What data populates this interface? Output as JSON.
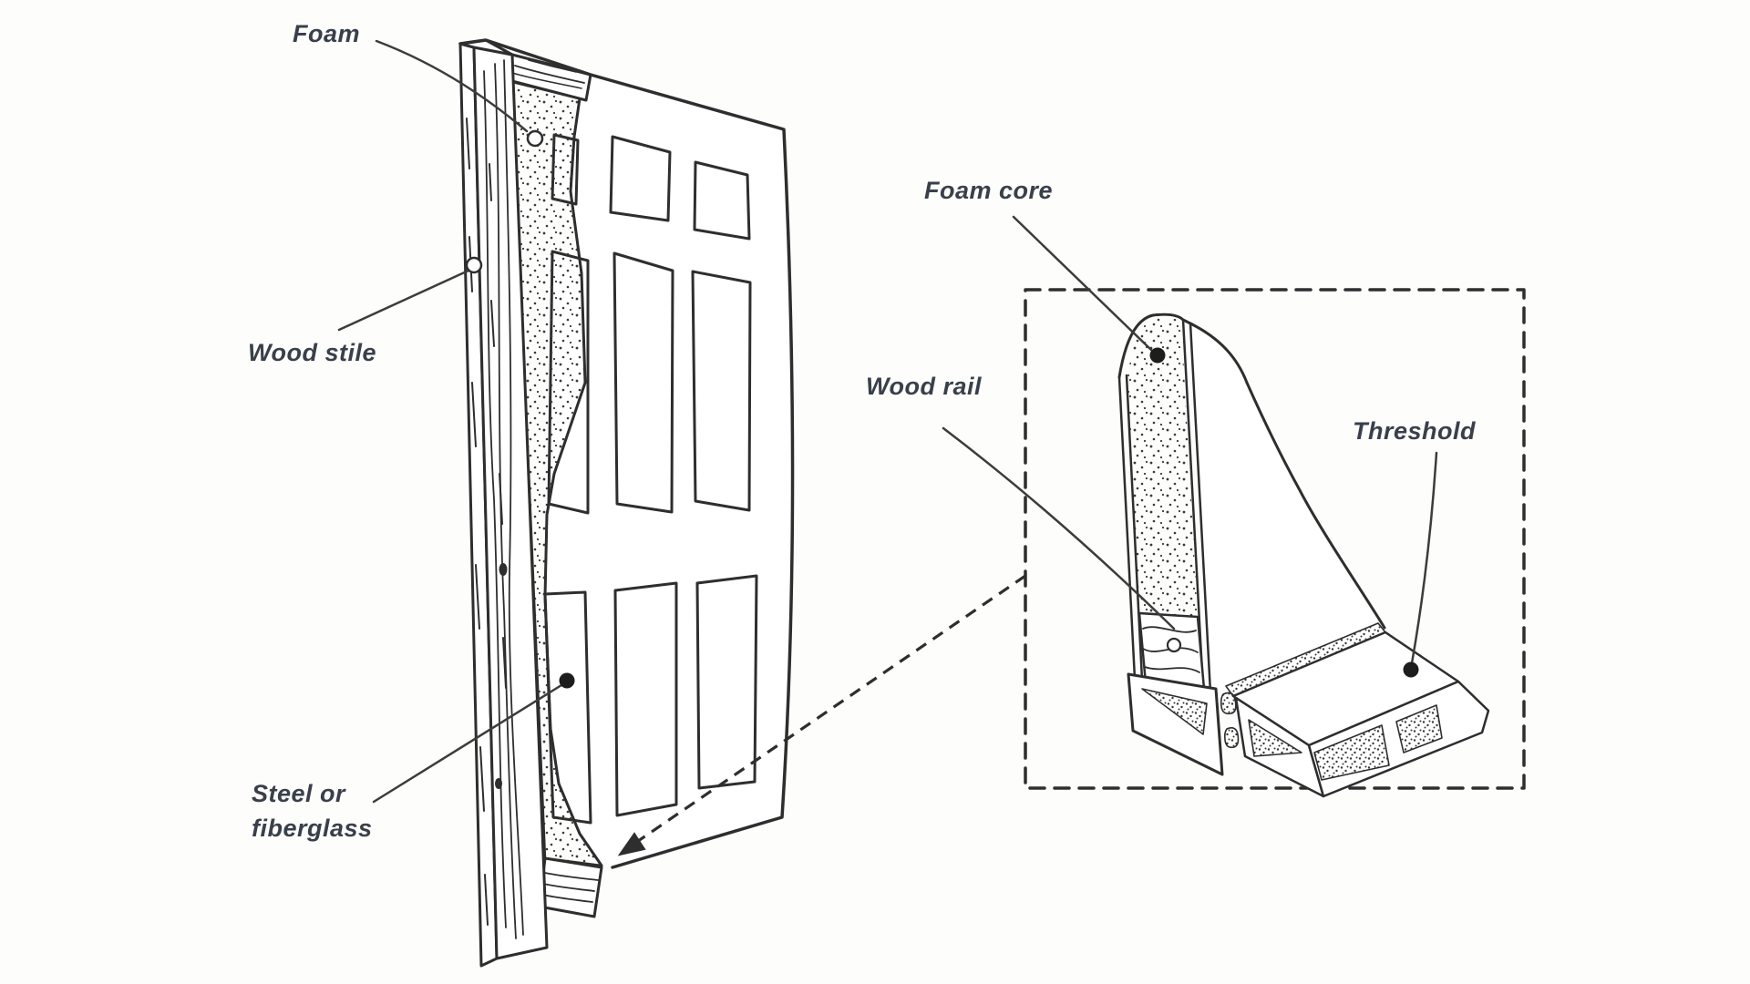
{
  "diagram": {
    "subject": "insulated-door-construction-cutaway",
    "paper_color": "#fdfdfc",
    "ink_color": "#2e2e2e",
    "label_color": "#39404b",
    "main_labels": {
      "foam": "Foam",
      "wood_stile": "Wood stile",
      "steel_line1": "Steel or",
      "steel_line2": "fiberglass"
    },
    "detail_labels": {
      "foam_core": "Foam core",
      "wood_rail": "Wood rail",
      "threshold": "Threshold"
    },
    "markers": {
      "open_circle_color": "#ffffff",
      "filled_dot_color": "#1d1d1d"
    }
  }
}
